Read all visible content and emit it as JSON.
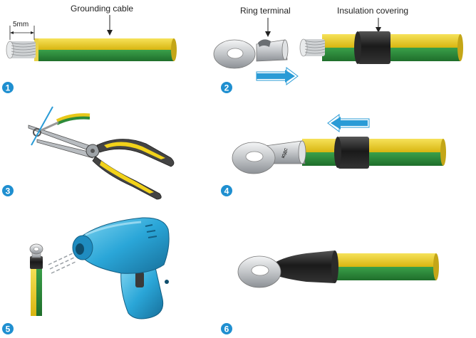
{
  "labels": {
    "grounding_cable": "Grounding cable",
    "strip_length": "5mm",
    "ring_terminal": "Ring terminal",
    "insulation_covering": "Insulation covering",
    "terminal_marking": "ЮДС"
  },
  "steps": [
    "1",
    "2",
    "3",
    "4",
    "5",
    "6"
  ],
  "colors": {
    "cable_yellow": "#e8c81a",
    "cable_green": "#2e8b3a",
    "sleeve_black": "#1f1f1f",
    "arrow_blue": "#2a9bd6",
    "badge_blue": "#1f8fd0",
    "tool_blue": "#2aa6d8",
    "metal_gray": "#c6c9cc"
  },
  "icons": [
    "arrow-right-icon",
    "arrow-left-icon",
    "pliers-icon",
    "drill-icon",
    "ring-terminal-icon"
  ]
}
